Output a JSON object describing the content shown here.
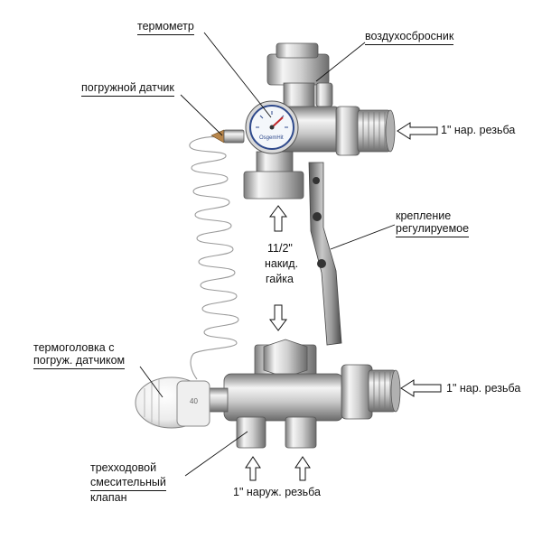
{
  "diagram": {
    "labels": {
      "thermometer": "термометр",
      "air_vent": "воздухосбросник",
      "immersion_sensor": "погружной датчик",
      "thread_top_right": "1\" нар. резьба",
      "mount_line1": "крепление",
      "mount_line2": "регулируемое",
      "nut_line1": "11/2\"",
      "nut_line2": "накид.",
      "nut_line3": "гайка",
      "thermohead_line1": "термоголовка с",
      "thermohead_line2": "погруж. датчиком",
      "thread_bottom_right": "1\" нар. резьба",
      "valve_line1": "трехходовой",
      "valve_line2": "смесительный",
      "valve_line3": "клапан",
      "thread_bottom": "1\" наруж. резьба"
    },
    "gauge_brand": "OsgemHit",
    "thermohead_scale": "40",
    "colors": {
      "metal_light": "#e6e6e6",
      "metal_dark": "#8a8a8a",
      "gauge_face": "#f4f7fb",
      "gauge_ring": "#2f4a8c",
      "pointer": "#c0282b",
      "cap_white": "#f3f3f3"
    }
  }
}
